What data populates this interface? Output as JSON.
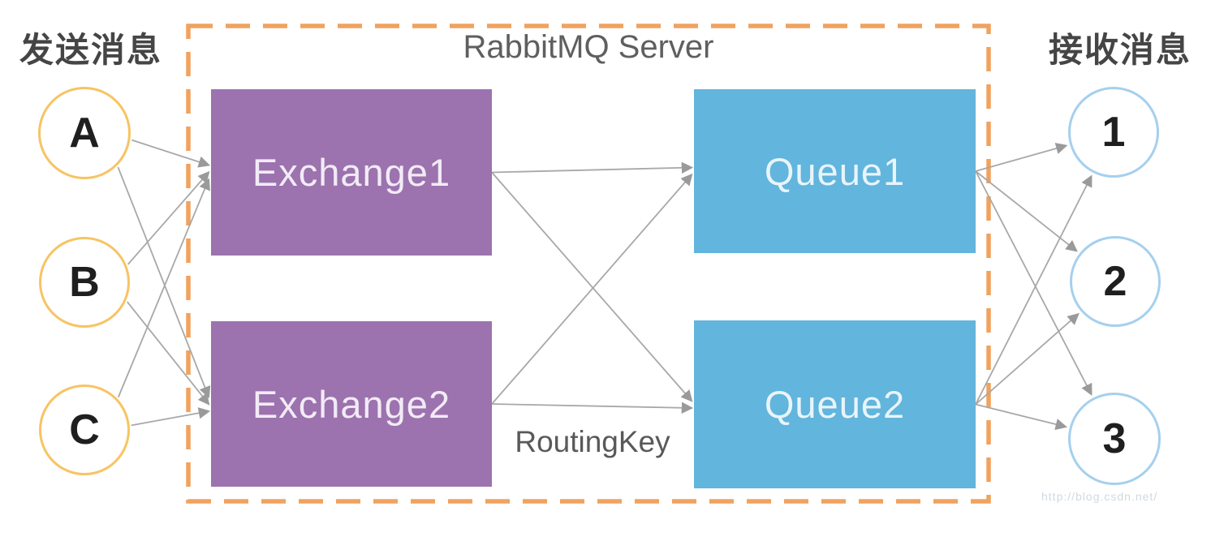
{
  "diagram": {
    "producers": {
      "label": "发送消息",
      "items": [
        {
          "id": "A",
          "label": "A"
        },
        {
          "id": "B",
          "label": "B"
        },
        {
          "id": "C",
          "label": "C"
        }
      ]
    },
    "server": {
      "title": "RabbitMQ Server",
      "exchanges": [
        {
          "id": "Exchange1",
          "label": "Exchange1"
        },
        {
          "id": "Exchange2",
          "label": "Exchange2"
        }
      ],
      "queues": [
        {
          "id": "Queue1",
          "label": "Queue1"
        },
        {
          "id": "Queue2",
          "label": "Queue2"
        }
      ],
      "routing_key_label": "RoutingKey"
    },
    "consumers": {
      "label": "接收消息",
      "items": [
        {
          "id": "1",
          "label": "1"
        },
        {
          "id": "2",
          "label": "2"
        },
        {
          "id": "3",
          "label": "3"
        }
      ]
    },
    "edges": [
      {
        "from": "A",
        "to": "Exchange1"
      },
      {
        "from": "A",
        "to": "Exchange2"
      },
      {
        "from": "B",
        "to": "Exchange1"
      },
      {
        "from": "B",
        "to": "Exchange2"
      },
      {
        "from": "C",
        "to": "Exchange1"
      },
      {
        "from": "C",
        "to": "Exchange2"
      },
      {
        "from": "Exchange1",
        "to": "Queue1"
      },
      {
        "from": "Exchange1",
        "to": "Queue2"
      },
      {
        "from": "Exchange2",
        "to": "Queue1"
      },
      {
        "from": "Exchange2",
        "to": "Queue2"
      },
      {
        "from": "Queue1",
        "to": "1"
      },
      {
        "from": "Queue1",
        "to": "2"
      },
      {
        "from": "Queue1",
        "to": "3"
      },
      {
        "from": "Queue2",
        "to": "1"
      },
      {
        "from": "Queue2",
        "to": "2"
      },
      {
        "from": "Queue2",
        "to": "3"
      }
    ],
    "watermark": "http://blog.csdn.net/"
  },
  "colors": {
    "exchange_fill": "#9c73ae",
    "exchange_text": "#f2ebf6",
    "queue_fill": "#62b5dc",
    "queue_text": "#e9f4fb",
    "server_border": "#f0a25f",
    "producer_circle_border": "#f7c463",
    "consumer_circle_border": "#a5d0ee",
    "arrow": "#a8a8a8",
    "side_label_text": "#454545",
    "server_title_text": "#5f5f5f",
    "routing_key_text": "#595959",
    "node_letter_text": "#1f1f1f",
    "watermark_text": "#cfd9e0"
  }
}
